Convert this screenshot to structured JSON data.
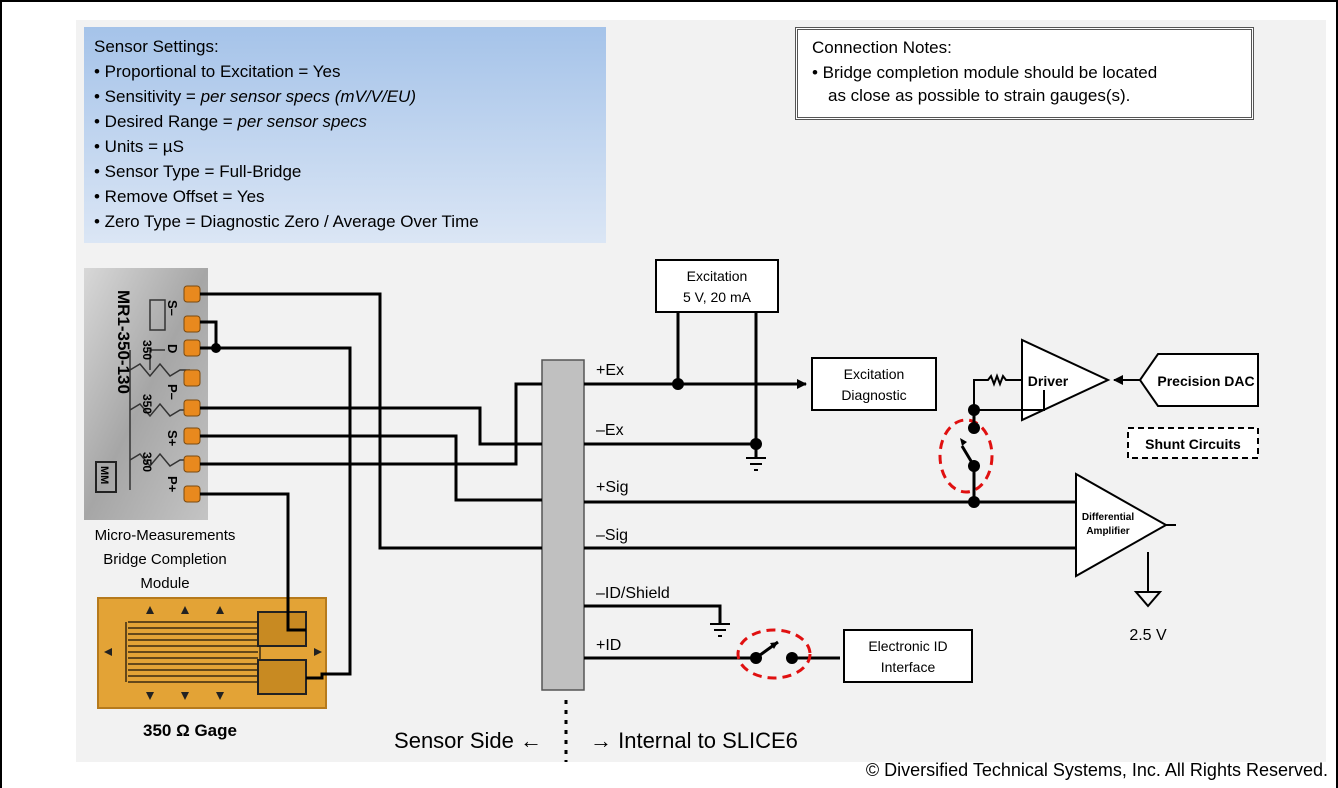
{
  "settings": {
    "title": "Sensor Settings:",
    "items": [
      {
        "k": "• Proportional to Excitation = ",
        "v": "Yes",
        "italic": false
      },
      {
        "k": "• Sensitivity = ",
        "v": "per sensor specs (mV/V/EU)",
        "italic": true
      },
      {
        "k": "• Desired Range = ",
        "v": "per sensor specs",
        "italic": true
      },
      {
        "k": "• Units = ",
        "v": "µS",
        "italic": false
      },
      {
        "k": "• Sensor Type = ",
        "v": "Full-Bridge",
        "italic": false
      },
      {
        "k": "• Remove Offset = ",
        "v": "Yes",
        "italic": false
      },
      {
        "k": "• Zero Type = ",
        "v": "Diagnostic Zero / Average Over Time",
        "italic": false
      }
    ]
  },
  "notes": {
    "title": "Connection Notes:",
    "line1": "• Bridge completion module should be located",
    "line2": "as close as possible to strain gauges(s)."
  },
  "module": {
    "part": "MR1-350-130",
    "caption1": "Micro-Measurements",
    "caption2": "Bridge Completion",
    "caption3": "Module",
    "pins": [
      "S–",
      "D",
      "P–",
      "S+",
      "P+"
    ],
    "resistor": "350",
    "logo": "MM"
  },
  "gage_label": "350 Ω Gage",
  "signals": {
    "ex_pos": "+Ex",
    "ex_neg": "–Ex",
    "sig_pos": "+Sig",
    "sig_neg": "–Sig",
    "id_shield": "–ID/Shield",
    "id_pos": "+ID"
  },
  "blocks": {
    "excitation1": "Excitation",
    "excitation2": "5 V, 20 mA",
    "diag1": "Excitation",
    "diag2": "Diagnostic",
    "driver": "Driver",
    "dac": "Precision DAC",
    "shunt": "Shunt Circuits",
    "amp1": "Differential",
    "amp2": "Amplifier",
    "ref": "2.5 V",
    "eid1": "Electronic ID",
    "eid2": "Interface"
  },
  "sides": {
    "left": "Sensor Side ←",
    "right": "→ Internal to SLICE6"
  },
  "footer": "© Diversified Technical Systems, Inc.  All Rights Reserved.",
  "colors": {
    "settings_top": "#a5c3e9",
    "settings_bottom": "#dbe6f5",
    "pin": "#e8891e",
    "switch_highlight": "#e01010",
    "gage": "#e3a336",
    "connector_bar": "#c0c0c0"
  }
}
